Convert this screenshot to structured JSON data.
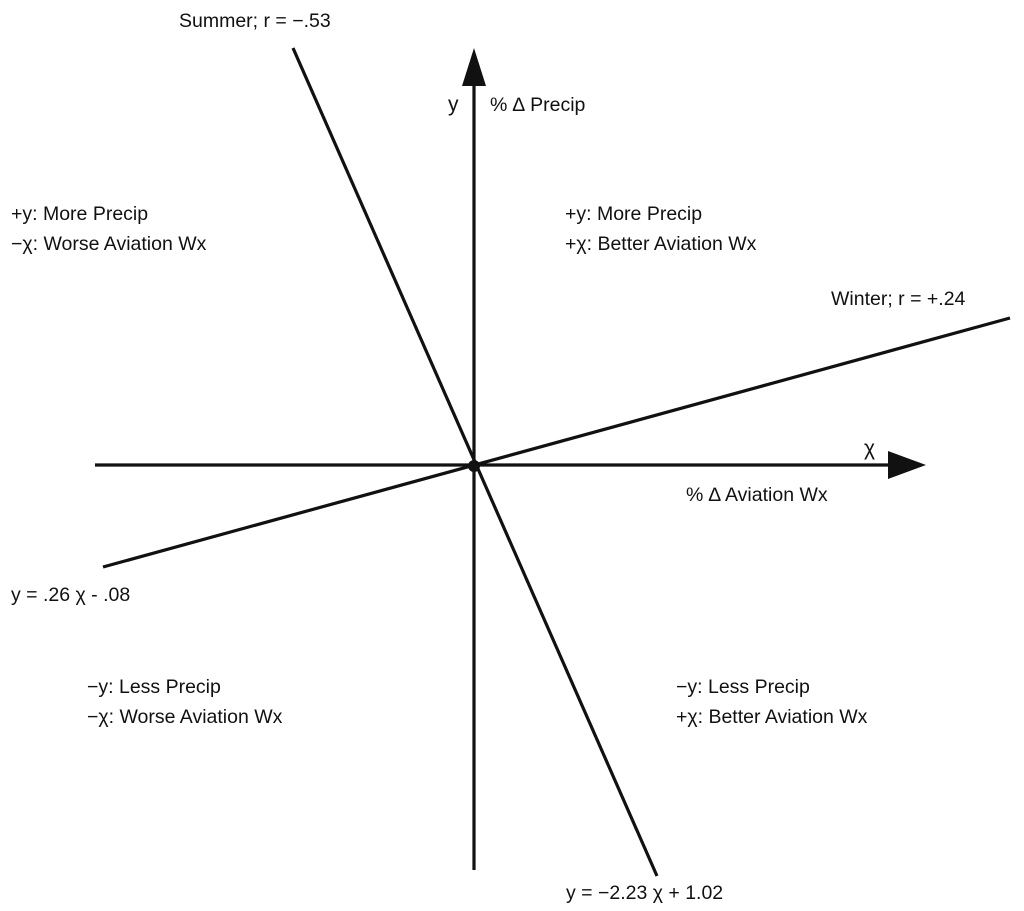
{
  "axes": {
    "x_var": "χ",
    "x_label": "% ∆ Aviation Wx",
    "y_var": "y",
    "y_label": "% ∆ Precip"
  },
  "lines": {
    "summer": {
      "label": "Summer; r = −.53",
      "equation": "y = −2.23 χ + 1.02"
    },
    "winter": {
      "label": "Winter; r = +.24",
      "equation": "y = .26 χ - .08"
    }
  },
  "quadrants": {
    "upper_left": {
      "line1": "+y:  More Precip",
      "line2": "−χ:  Worse Aviation Wx"
    },
    "upper_right": {
      "line1": "+y:  More Precip",
      "line2": "+χ:  Better Aviation Wx"
    },
    "lower_left": {
      "line1": "−y:  Less Precip",
      "line2": "−χ:  Worse Aviation Wx"
    },
    "lower_right": {
      "line1": "−y:  Less Precip",
      "line2": "+χ:  Better Aviation Wx"
    }
  }
}
